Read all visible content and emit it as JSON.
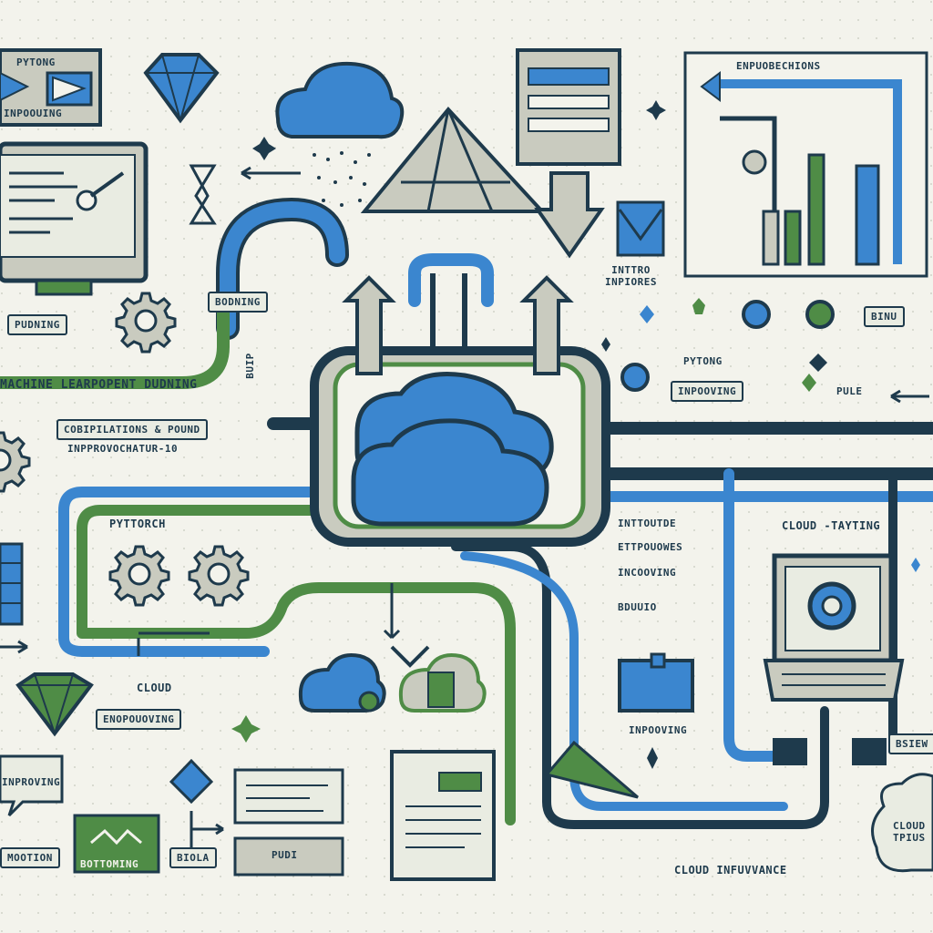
{
  "palette": {
    "blue": "#3b86cf",
    "green": "#4f8c46",
    "navy": "#1e3a4c",
    "gray": "#c9cbbf",
    "paper": "#f3f3ec"
  },
  "icons": [
    "cloud-icon",
    "gear-icon",
    "diamond-icon",
    "monitor-icon",
    "laptop-icon",
    "puzzle-icon",
    "bar-chart-icon",
    "document-icon",
    "arrow-icon",
    "sparkle-icon",
    "pipe-icon"
  ],
  "labels": {
    "pytong_top": "PYTONG",
    "improving_top": "INPOOUING",
    "enpuobechions": "ENPUOBECHIONS",
    "pudning": "PUDNING",
    "bodning": "BODNING",
    "machine_development": "MACHINE LEARPOPENT DUDNING",
    "buip": "BUIP",
    "compilations": "COBIPILATIONS & POUND",
    "improvechatur": "INPPROVOCHATUR-10",
    "pytorch": "PYTTORCH",
    "intro_improves": "INTTRO\nINPIORES",
    "binu": "BINU",
    "pytong_mid": "PYTONG",
    "improving_mid": "INPOOVING",
    "pule": "PULE",
    "list_1": "INTTOUTDE",
    "list_2": "ETTPOUOWES",
    "list_3": "INCOOVING",
    "list_4": "BDUUIO",
    "cloud_tayting": "CLOUD -TAYTING",
    "cloud_left": "CLOUD",
    "enpopovuting": "ENOPOUOVING",
    "improving_left": "INPROVING",
    "improving_bottom": "INPOOVING",
    "bsiew": "BSIEW",
    "cloud_tpius": "CLOUD\nTPIUS",
    "bottoming": "BOTTOMING",
    "biola": "BIOLA",
    "pudi": "PUDI",
    "mootion": "MOOTION",
    "cloud_invevance": "CLOUD INFUVVANCE"
  }
}
